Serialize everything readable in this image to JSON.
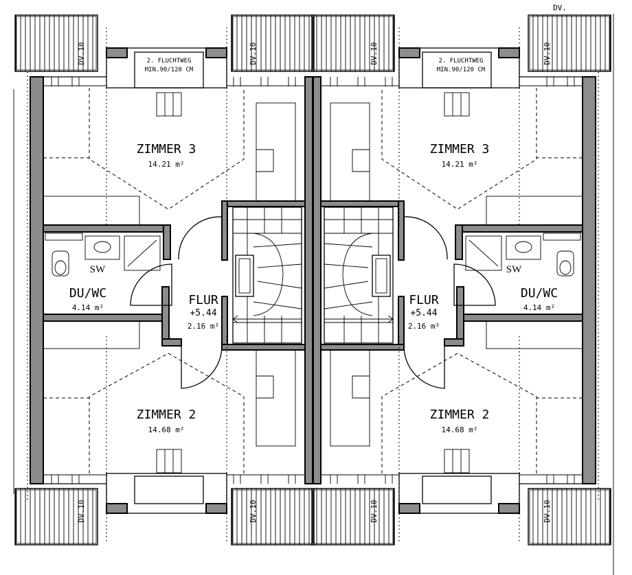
{
  "units": [
    {
      "side": "left",
      "rooms": {
        "zimmer3": {
          "name": "ZIMMER 3",
          "area": "14.21 m²"
        },
        "zimmer2": {
          "name": "ZIMMER 2",
          "area": "14.68 m²"
        },
        "bath": {
          "name": "DU/WC",
          "area": "4.14 m²",
          "note": "SW"
        },
        "hall": {
          "name": "FLUR",
          "level": "+5.44",
          "area": "2.16 m²"
        }
      },
      "escape": {
        "line1": "2. FLUCHTWEG",
        "line2": "MIN.90/120 CM"
      },
      "dormers": [
        "DV.10",
        "DV.10",
        "DV.10",
        "DV.10"
      ]
    },
    {
      "side": "right",
      "rooms": {
        "zimmer3": {
          "name": "ZIMMER 3",
          "area": "14.21 m²"
        },
        "zimmer2": {
          "name": "ZIMMER 2",
          "area": "14.68 m²"
        },
        "bath": {
          "name": "DU/WC",
          "area": "4.14 m²",
          "note": "SW"
        },
        "hall": {
          "name": "FLUR",
          "level": "+5.44",
          "area": "2.16 m²"
        }
      },
      "escape": {
        "line1": "2. FLUCHTWEG",
        "line2": "MIN.90/120 CM"
      },
      "dormers": [
        "DV.10",
        "DV.10",
        "DV.10",
        "DV.10"
      ]
    }
  ],
  "corner_label": "DV."
}
